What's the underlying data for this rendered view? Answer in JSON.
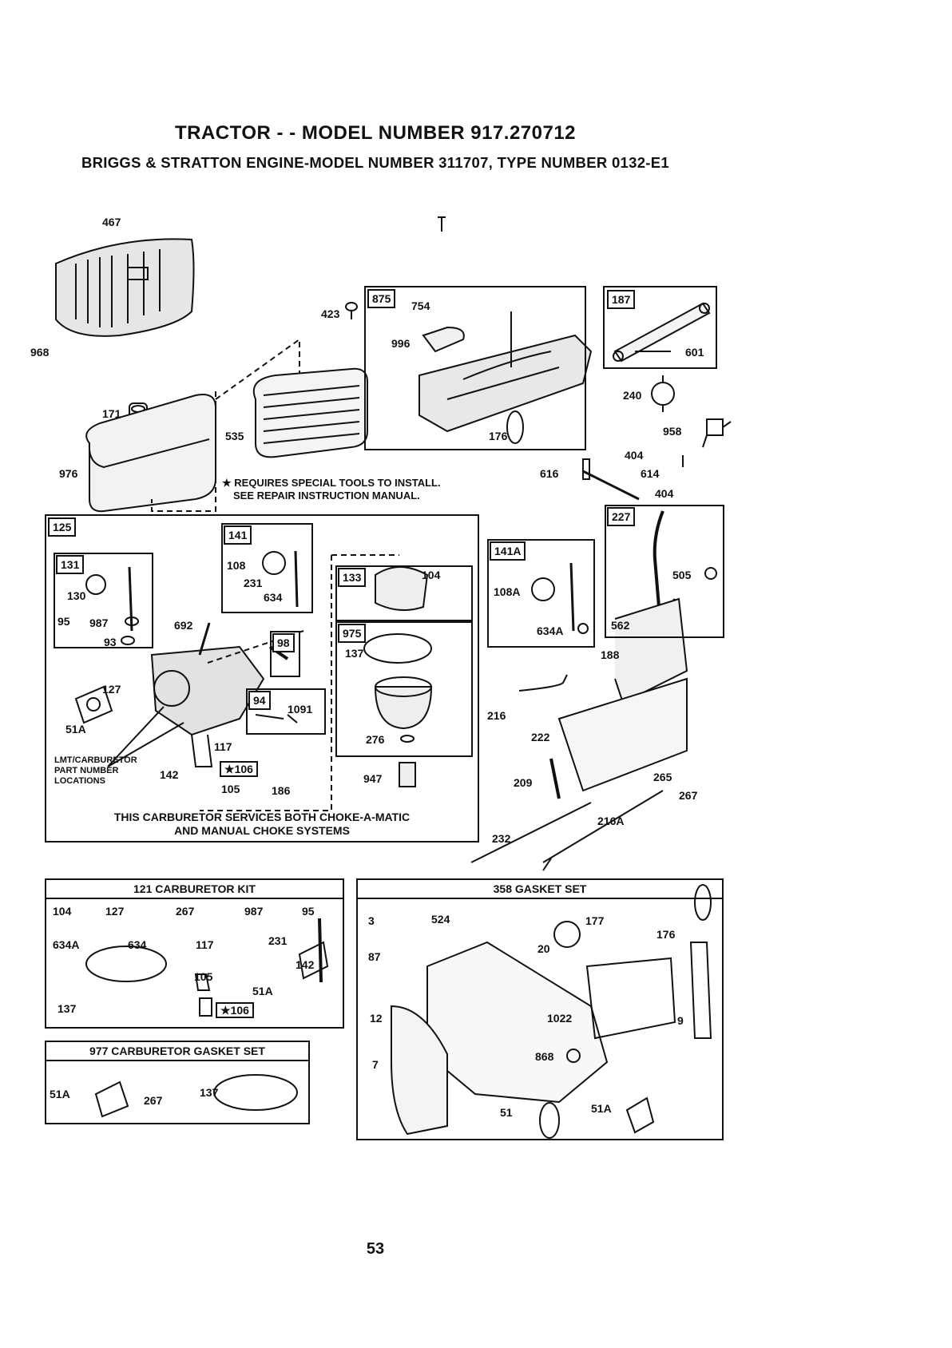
{
  "header": {
    "title": "TRACTOR - - MODEL NUMBER 917.270712",
    "subtitle": "BRIGGS & STRATTON ENGINE-MODEL NUMBER  311707, TYPE NUMBER 0132-E1"
  },
  "air_cleaner": {
    "p467": "467",
    "p968": "968",
    "p171": "171",
    "p976": "976",
    "p423": "423",
    "p535": "535",
    "note_line1": "★ REQUIRES SPECIAL TOOLS TO INSTALL.",
    "note_line2": "SEE REPAIR INSTRUCTION MANUAL."
  },
  "box875": {
    "tag": "875",
    "p754": "754",
    "p996": "996",
    "p176": "176"
  },
  "box187": {
    "tag": "187",
    "p601": "601"
  },
  "fuel_parts": {
    "p240": "240",
    "p958": "958",
    "p404a": "404",
    "p616": "616",
    "p614": "614",
    "p404b": "404"
  },
  "box125": {
    "tag": "125",
    "box131": {
      "tag": "131",
      "p130": "130",
      "p95": "95",
      "p987": "987",
      "p93": "93"
    },
    "box141": {
      "tag": "141",
      "p108": "108",
      "p231": "231",
      "p634": "634"
    },
    "box133": {
      "tag": "133",
      "p104": "104"
    },
    "box975": {
      "tag": "975",
      "p137": "137",
      "p276": "276",
      "p947": "947"
    },
    "box98": {
      "tag": "98"
    },
    "box94": {
      "tag": "94",
      "p1091": "1091"
    },
    "p692": "692",
    "p127": "127",
    "p51A": "51A",
    "p117": "117",
    "p142": "142",
    "p106": "106",
    "p105": "105",
    "p186": "186",
    "lmt_line1": "LMT/CARBURETOR",
    "lmt_line2": "PART NUMBER",
    "lmt_line3": "LOCATIONS",
    "footer_line1": "THIS CARBURETOR SERVICES BOTH CHOKE-A-MATIC",
    "footer_line2": "AND MANUAL CHOKE SYSTEMS"
  },
  "box141A": {
    "tag": "141A",
    "p108A": "108A",
    "p634A": "634A"
  },
  "box227": {
    "tag": "227",
    "p505": "505",
    "p562": "562"
  },
  "linkage": {
    "p188": "188",
    "p216": "216",
    "p222": "222",
    "p209": "209",
    "p265": "265",
    "p267": "267",
    "p216A": "216A",
    "p232": "232"
  },
  "kit121": {
    "title": "121 CARBURETOR KIT",
    "p104": "104",
    "p127": "127",
    "p267": "267",
    "p987": "987",
    "p95": "95",
    "p634A": "634A",
    "p634": "634",
    "p117": "117",
    "p231": "231",
    "p142": "142",
    "p105": "105",
    "p51A": "51A",
    "p137": "137",
    "p106": "106"
  },
  "kit977": {
    "title": "977 CARBURETOR GASKET SET",
    "p51A": "51A",
    "p267": "267",
    "p137": "137"
  },
  "kit358": {
    "title": "358 GASKET SET",
    "p3": "3",
    "p524": "524",
    "p177": "177",
    "p176": "176",
    "p87": "87",
    "p20": "20",
    "p12": "12",
    "p1022": "1022",
    "p9": "9",
    "p7": "7",
    "p868": "868",
    "p51": "51",
    "p51A": "51A"
  },
  "footer": {
    "page_number": "53"
  }
}
